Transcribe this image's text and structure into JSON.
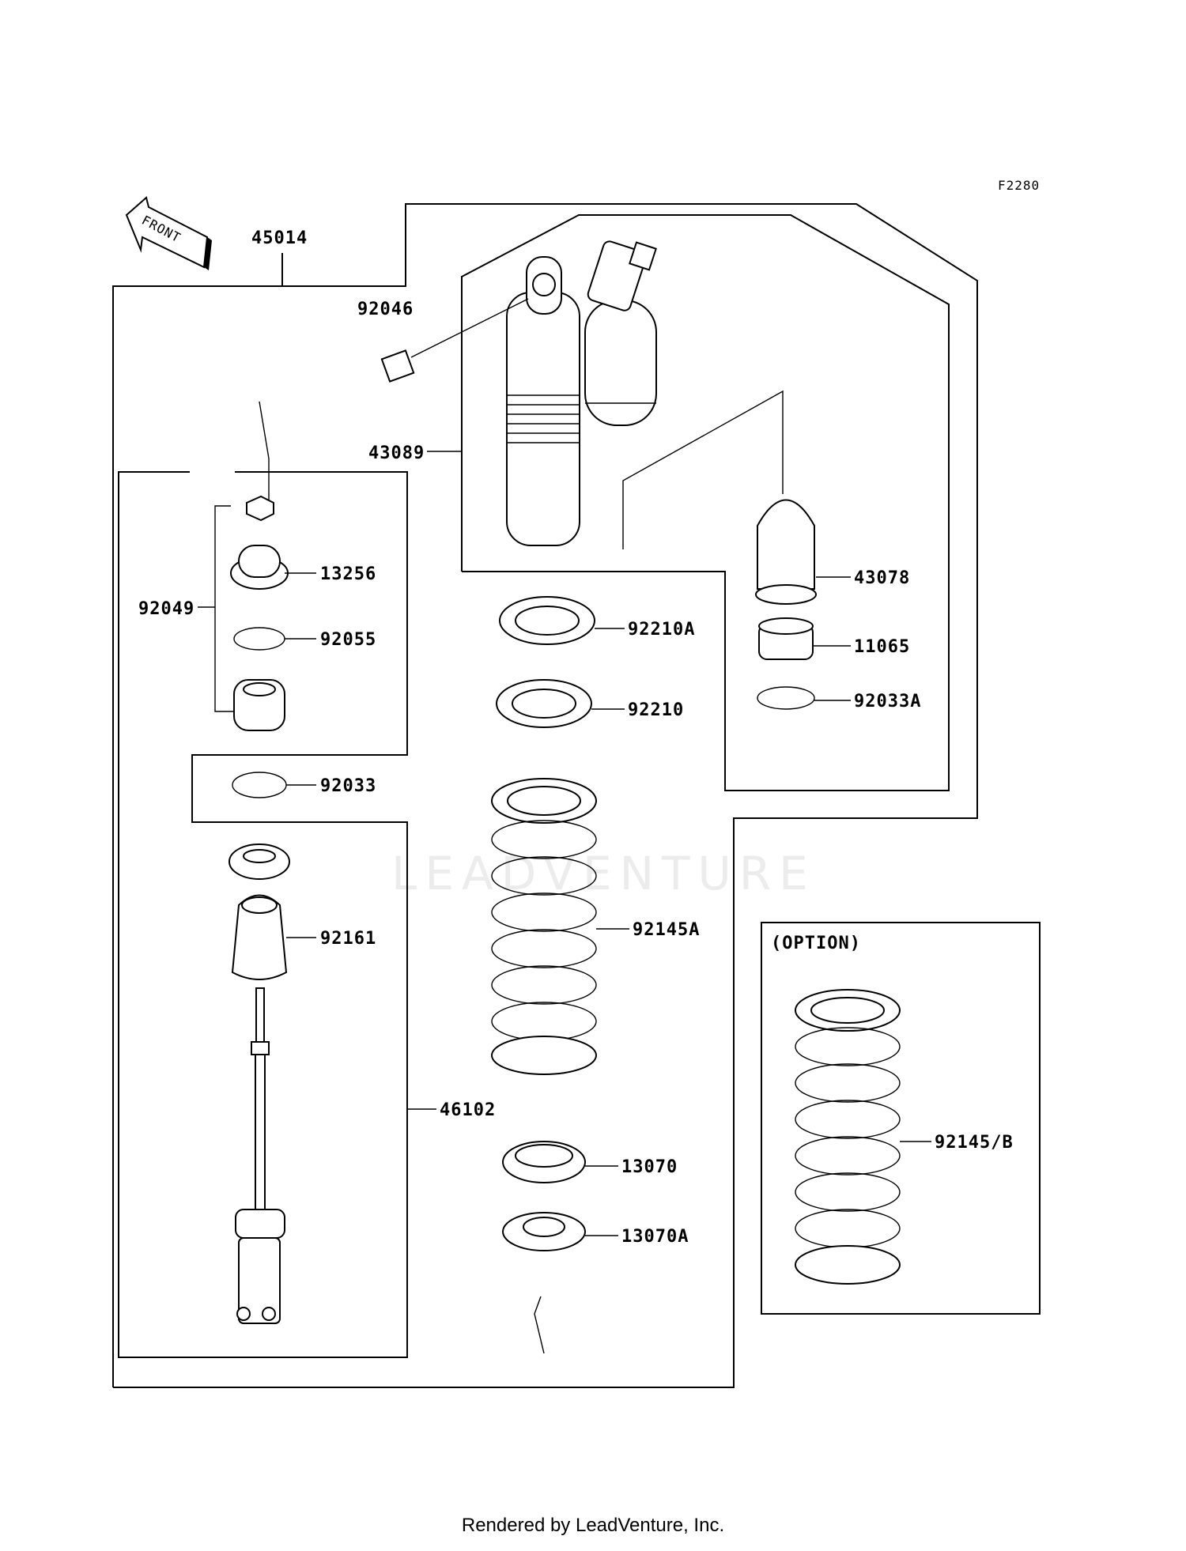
{
  "figure_code": "F2280",
  "front_marker": "FRONT",
  "option_label": "(OPTION)",
  "watermark": "LEADVENTURE",
  "footer": "Rendered by LeadVenture, Inc.",
  "parts": {
    "p45014": "45014",
    "p92046": "92046",
    "p43089": "43089",
    "p43078": "43078",
    "p13256": "13256",
    "p92049": "92049",
    "p92055": "92055",
    "p92210A": "92210A",
    "p92210": "92210",
    "p11065": "11065",
    "p92033A": "92033A",
    "p92033": "92033",
    "p92161": "92161",
    "p92145A": "92145A",
    "p46102": "46102",
    "p13070": "13070",
    "p13070A": "13070A",
    "p92145B": "92145/B"
  }
}
